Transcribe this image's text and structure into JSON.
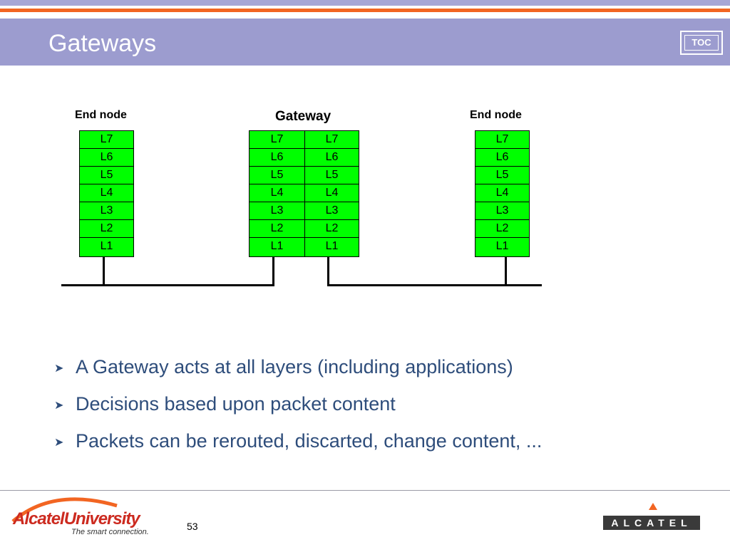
{
  "slide": {
    "title": "Gateways",
    "toc_label": "TOC",
    "page_number": "53"
  },
  "diagram": {
    "left_node_label": "End node",
    "gateway_label": "Gateway",
    "right_node_label": "End node",
    "layers": [
      "L7",
      "L6",
      "L5",
      "L4",
      "L3",
      "L2",
      "L1"
    ],
    "stack_color": "#00ff00"
  },
  "bullets": [
    "A Gateway acts at all layers (including applications)",
    "Decisions based upon packet content",
    "Packets can be rerouted, discarted, change content, ..."
  ],
  "footer": {
    "au_logo_text": "AlcatelUniversity",
    "au_logo_tagline": "The smart connection.",
    "alcatel_logo_text": "ALCATEL"
  },
  "colors": {
    "title_bar": "#9c9ccf",
    "accent_orange": "#f26522",
    "bullet_text": "#2e4d7b",
    "au_red": "#cc2a1f"
  }
}
